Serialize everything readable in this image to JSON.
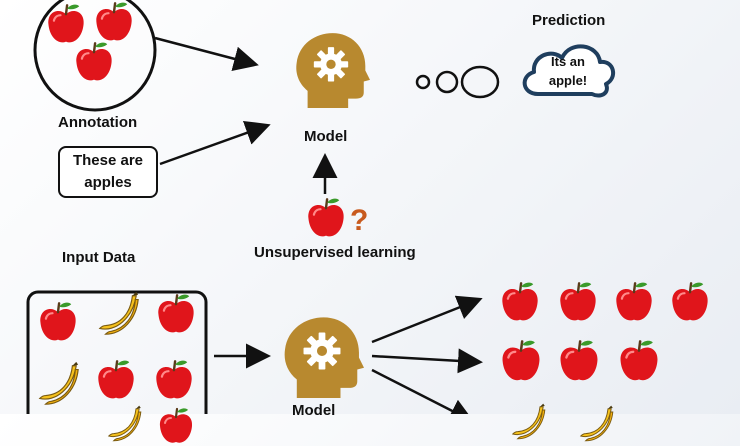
{
  "top": {
    "annotation_label": "Annotation",
    "annotation_box": [
      "These are",
      "apples"
    ],
    "model_label": "Model",
    "prediction_title": "Prediction",
    "prediction_bubble": [
      "Its an",
      "apple!"
    ],
    "unsupervised_label": "Unsupervised learning",
    "question_mark": "?"
  },
  "bottom": {
    "input_label": "Input Data",
    "model_label": "Model"
  },
  "colors": {
    "apple": "#e0151b",
    "banana": "#f6c21c",
    "head": "#b8892f",
    "bubble": "#1f3e5e",
    "question": "#c85a1e"
  },
  "icons": {
    "apple": "apple-icon",
    "banana": "banana-icon",
    "head": "head-gear-icon",
    "cloud": "thought-cloud-icon"
  }
}
